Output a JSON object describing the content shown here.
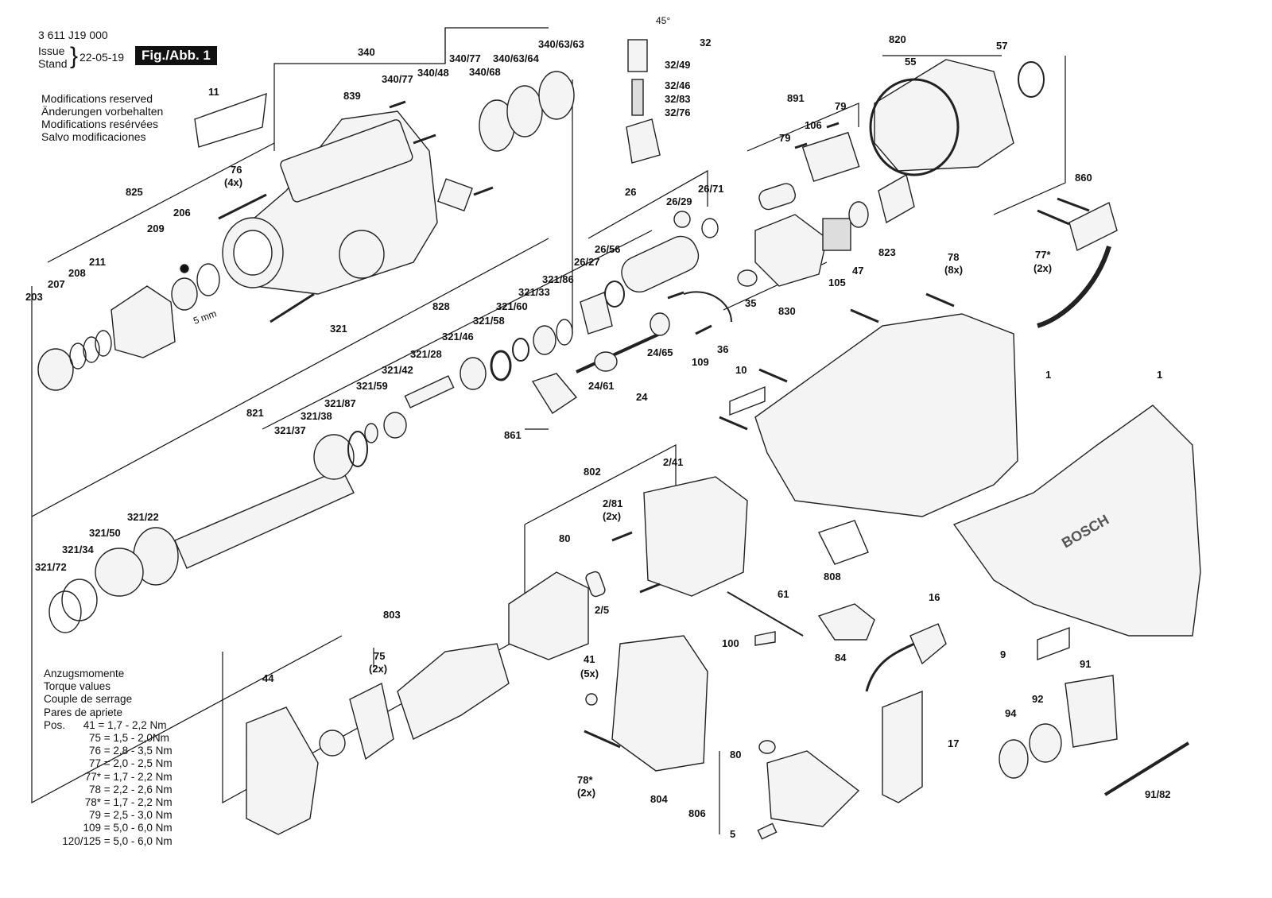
{
  "header": {
    "doc_number": "3 611 J19 000",
    "issue_label": "Issue",
    "stand_label": "Stand",
    "date": "22-05-19",
    "figure_label": "Fig./Abb. 1"
  },
  "modifications": [
    "Modifications reserved",
    "Änderungen vorbehalten",
    "Modifications resérvées",
    "Salvo modificaciones"
  ],
  "torque": {
    "headings": [
      "Anzugsmomente",
      "Torque values",
      "Couple de serrage",
      "Pares de apriete"
    ],
    "pos_label": "Pos.",
    "rows": [
      {
        "pos": "41",
        "value": "= 1,7 - 2,2 Nm"
      },
      {
        "pos": "75",
        "value": "= 1,5 - 2,0Nm"
      },
      {
        "pos": "76",
        "value": "= 2,8 - 3,5 Nm"
      },
      {
        "pos": "77",
        "value": "= 2,0 - 2,5 Nm"
      },
      {
        "pos": "77*",
        "value": "= 1,7 - 2,2 Nm"
      },
      {
        "pos": "78",
        "value": "= 2,2 - 2,6 Nm"
      },
      {
        "pos": "78*",
        "value": "= 1,7 - 2,2 Nm"
      },
      {
        "pos": "79",
        "value": "= 2,5 - 3,0 Nm"
      },
      {
        "pos": "109",
        "value": "= 5,0 - 6,0 Nm"
      },
      {
        "pos": "120/125",
        "value": "= 5,0 - 6,0 Nm"
      }
    ]
  },
  "brand_mark": "BOSCH",
  "dimension_note": "5 mm",
  "angle_note": "45°",
  "callouts": [
    {
      "id": "340",
      "text": "340"
    },
    {
      "id": "340_77a",
      "text": "340/77"
    },
    {
      "id": "340_77b",
      "text": "340/77"
    },
    {
      "id": "340_48",
      "text": "340/48"
    },
    {
      "id": "340_63_64",
      "text": "340/63/64"
    },
    {
      "id": "340_63_63",
      "text": "340/63/63"
    },
    {
      "id": "340_68",
      "text": "340/68"
    },
    {
      "id": "839",
      "text": "839"
    },
    {
      "id": "11",
      "text": "11"
    },
    {
      "id": "76",
      "text": "76"
    },
    {
      "id": "76q",
      "text": "(4x)"
    },
    {
      "id": "825",
      "text": "825"
    },
    {
      "id": "209",
      "text": "209"
    },
    {
      "id": "206",
      "text": "206"
    },
    {
      "id": "211",
      "text": "211"
    },
    {
      "id": "208",
      "text": "208"
    },
    {
      "id": "207",
      "text": "207"
    },
    {
      "id": "203",
      "text": "203"
    },
    {
      "id": "32",
      "text": "32"
    },
    {
      "id": "32_49",
      "text": "32/49"
    },
    {
      "id": "32_46",
      "text": "32/46"
    },
    {
      "id": "32_83",
      "text": "32/83"
    },
    {
      "id": "32_76",
      "text": "32/76"
    },
    {
      "id": "820",
      "text": "820"
    },
    {
      "id": "55",
      "text": "55"
    },
    {
      "id": "57",
      "text": "57"
    },
    {
      "id": "891",
      "text": "891"
    },
    {
      "id": "79a",
      "text": "79"
    },
    {
      "id": "79b",
      "text": "79"
    },
    {
      "id": "106",
      "text": "106"
    },
    {
      "id": "26",
      "text": "26"
    },
    {
      "id": "26_29",
      "text": "26/29"
    },
    {
      "id": "26_71",
      "text": "26/71"
    },
    {
      "id": "26_56",
      "text": "26/56"
    },
    {
      "id": "26_27",
      "text": "26/27"
    },
    {
      "id": "823",
      "text": "823"
    },
    {
      "id": "47",
      "text": "47"
    },
    {
      "id": "105",
      "text": "105"
    },
    {
      "id": "35",
      "text": "35"
    },
    {
      "id": "830",
      "text": "830"
    },
    {
      "id": "860",
      "text": "860"
    },
    {
      "id": "77s",
      "text": "77*"
    },
    {
      "id": "77sq",
      "text": "(2x)"
    },
    {
      "id": "78",
      "text": "78"
    },
    {
      "id": "78q",
      "text": "(8x)"
    },
    {
      "id": "828",
      "text": "828"
    },
    {
      "id": "321",
      "text": "321"
    },
    {
      "id": "321_86",
      "text": "321/86"
    },
    {
      "id": "321_33",
      "text": "321/33"
    },
    {
      "id": "321_60",
      "text": "321/60"
    },
    {
      "id": "321_58",
      "text": "321/58"
    },
    {
      "id": "321_46",
      "text": "321/46"
    },
    {
      "id": "321_28",
      "text": "321/28"
    },
    {
      "id": "321_42",
      "text": "321/42"
    },
    {
      "id": "321_59",
      "text": "321/59"
    },
    {
      "id": "321_87",
      "text": "321/87"
    },
    {
      "id": "321_38",
      "text": "321/38"
    },
    {
      "id": "321_37",
      "text": "321/37"
    },
    {
      "id": "821",
      "text": "821"
    },
    {
      "id": "321_22",
      "text": "321/22"
    },
    {
      "id": "321_50",
      "text": "321/50"
    },
    {
      "id": "321_34",
      "text": "321/34"
    },
    {
      "id": "321_72",
      "text": "321/72"
    },
    {
      "id": "24_65",
      "text": "24/65"
    },
    {
      "id": "24_61",
      "text": "24/61"
    },
    {
      "id": "24",
      "text": "24"
    },
    {
      "id": "109",
      "text": "109"
    },
    {
      "id": "36",
      "text": "36"
    },
    {
      "id": "861",
      "text": "861"
    },
    {
      "id": "10",
      "text": "10"
    },
    {
      "id": "1a",
      "text": "1"
    },
    {
      "id": "1b",
      "text": "1"
    },
    {
      "id": "802",
      "text": "802"
    },
    {
      "id": "2_41",
      "text": "2/41"
    },
    {
      "id": "2_81",
      "text": "2/81"
    },
    {
      "id": "2_81q",
      "text": "(2x)"
    },
    {
      "id": "80a",
      "text": "80"
    },
    {
      "id": "2_5",
      "text": "2/5"
    },
    {
      "id": "808",
      "text": "808"
    },
    {
      "id": "61",
      "text": "61"
    },
    {
      "id": "100",
      "text": "100"
    },
    {
      "id": "84",
      "text": "84"
    },
    {
      "id": "16",
      "text": "16"
    },
    {
      "id": "9",
      "text": "9"
    },
    {
      "id": "91",
      "text": "91"
    },
    {
      "id": "92",
      "text": "92"
    },
    {
      "id": "94",
      "text": "94"
    },
    {
      "id": "91_82",
      "text": "91/82"
    },
    {
      "id": "17",
      "text": "17"
    },
    {
      "id": "803",
      "text": "803"
    },
    {
      "id": "75",
      "text": "75"
    },
    {
      "id": "75q",
      "text": "(2x)"
    },
    {
      "id": "44",
      "text": "44"
    },
    {
      "id": "41",
      "text": "41"
    },
    {
      "id": "41q",
      "text": "(5x)"
    },
    {
      "id": "78s",
      "text": "78*"
    },
    {
      "id": "78sq",
      "text": "(2x)"
    },
    {
      "id": "804",
      "text": "804"
    },
    {
      "id": "80b",
      "text": "80"
    },
    {
      "id": "806",
      "text": "806"
    },
    {
      "id": "5",
      "text": "5"
    }
  ]
}
